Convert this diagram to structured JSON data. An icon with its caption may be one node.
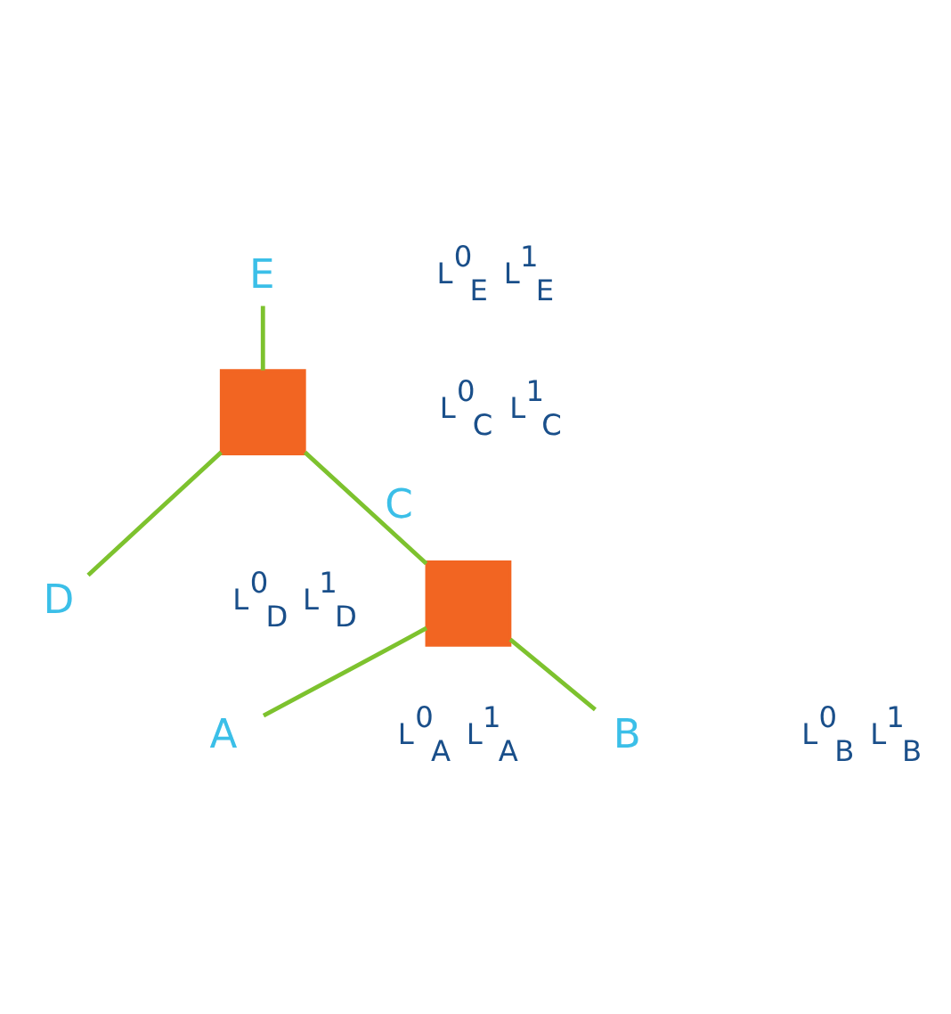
{
  "diagram": {
    "nodes": [
      {
        "text": [
          "E"
        ],
        "beside": [
          "L$^{0}$$_{E}$",
          "L$^{1}$$_{E}$"
        ]
      },
      {
        "text": [],
        "shape": "box"
      },
      {
        "text": [
          "D"
        ],
        "beside": [
          "L$^{0}$$_{D}$",
          "L$^{1}$$_{D}$"
        ]
      },
      {
        "text": [],
        "shape": "box"
      },
      {
        "text": [
          "A"
        ],
        "beside": [
          "L$^{0}$$_{A}$",
          "L$^{1}$$_{A}$"
        ]
      },
      {
        "text": [
          "B"
        ],
        "beside": [
          "L$^{0}$$_{B}$",
          "L$^{1}$$_{B}$"
        ]
      }
    ],
    "edges": [
      {
        "from": 0,
        "to": 1,
        "arrow": "none"
      },
      {
        "from": 1,
        "to": 2,
        "arrow": "none"
      },
      {
        "from": 1,
        "to": 3,
        "label": "C",
        "arrow": "none"
      },
      {
        "from": 3,
        "to": 4,
        "arrow": "none"
      },
      {
        "from": 3,
        "to": 5,
        "arrow": "none"
      }
    ],
    "labels": [
      "L$^{0}$$_{C}$",
      "L$^{1}$$_{C}$"
    ]
  }
}
